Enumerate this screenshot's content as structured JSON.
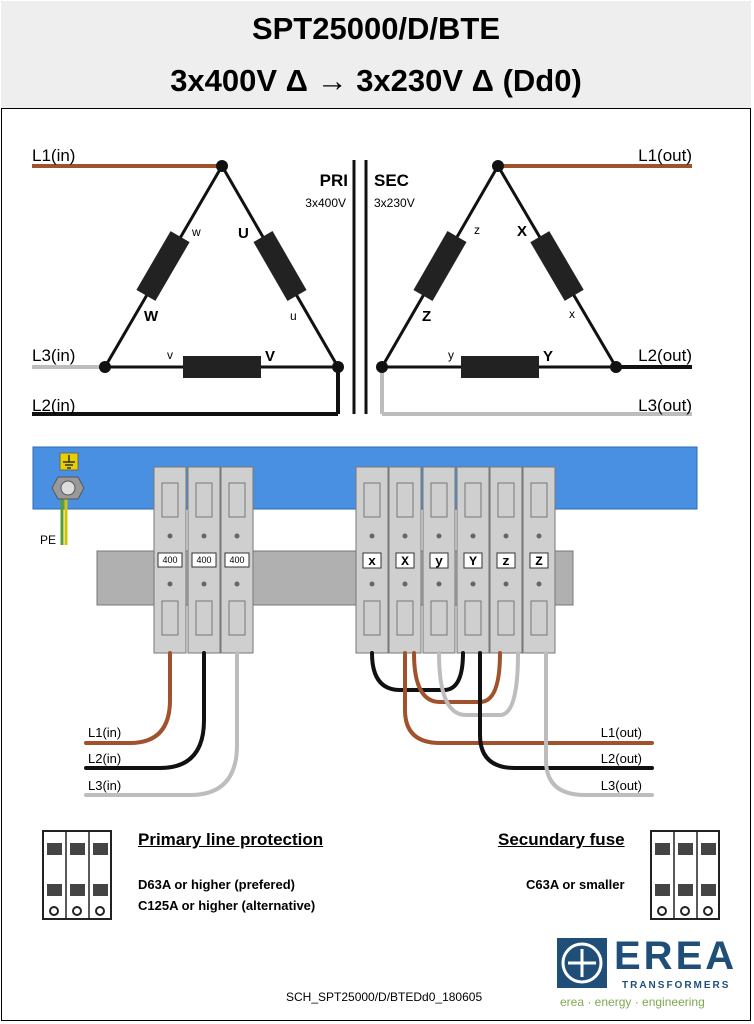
{
  "header": {
    "title_line1": "SPT25000/D/BTE",
    "title_line2": "3x400V Δ → 3x230V Δ  (Dd0)"
  },
  "schematic": {
    "pri_label": "PRI",
    "pri_voltage": "3x400V",
    "sec_label": "SEC",
    "sec_voltage": "3x230V",
    "l1_in": "L1(in)",
    "l2_in": "L2(in)",
    "l3_in": "L3(in)",
    "l1_out": "L1(out)",
    "l2_out": "L2(out)",
    "l3_out": "L3(out)",
    "pri_coils": {
      "W": "W",
      "w": "w",
      "U": "U",
      "u": "u",
      "V": "V",
      "v": "v"
    },
    "sec_coils": {
      "X": "X",
      "x": "x",
      "Y": "Y",
      "y": "y",
      "Z": "Z",
      "z": "z"
    }
  },
  "terminals": {
    "pe_label": "PE",
    "primary": [
      "400",
      "400",
      "400"
    ],
    "secondary": [
      "x",
      "X",
      "y",
      "Y",
      "z",
      "Z"
    ],
    "wire_in": [
      "L1(in)",
      "L2(in)",
      "L3(in)"
    ],
    "wire_out": [
      "L1(out)",
      "L2(out)",
      "L3(out)"
    ]
  },
  "protection": {
    "primary_title": "Primary line protection",
    "primary_line1": "D63A or higher (prefered)",
    "primary_line2": "C125A or higher (alternative)",
    "secondary_title": "Secundary fuse",
    "secondary_line1": "C63A or smaller"
  },
  "footer": {
    "doc_id": "SCH_SPT25000/D/BTEDd0_180605",
    "brand": "EREA",
    "brand_sub": "TRANSFORMERS",
    "tagline": "erea · energy · engineering"
  },
  "colors": {
    "brown": "#a0522d",
    "black": "#111111",
    "grey": "#bdbdbd",
    "rail_blue": "#4a90e2",
    "din_grey": "#b0b0b0",
    "brand_blue": "#1f4e79",
    "tag_green": "#7fa84f"
  }
}
